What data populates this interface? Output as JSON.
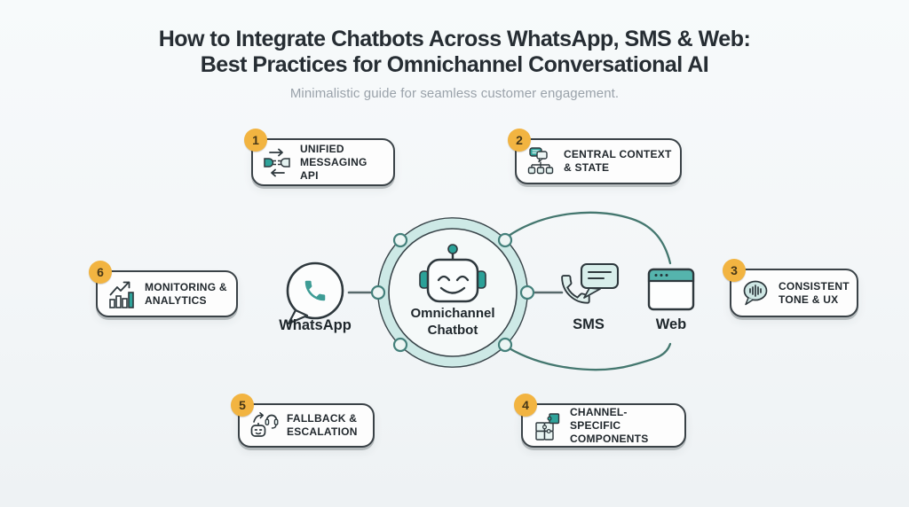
{
  "header": {
    "title_line1": "How to Integrate Chatbots Across WhatsApp, SMS & Web:",
    "title_line2": "Best Practices for Omnichannel Conversational AI",
    "subtitle": "Minimalistic guide for seamless customer engagement."
  },
  "hub": {
    "label_line1": "Omnichannel",
    "label_line2": "Chatbot",
    "icon": "robot-icon"
  },
  "channels": [
    {
      "label": "WhatsApp",
      "icon": "whatsapp-bubble-phone-icon"
    },
    {
      "label": "SMS",
      "icon": "sms-phone-message-icon"
    },
    {
      "label": "Web",
      "icon": "browser-window-icon"
    }
  ],
  "practices": [
    {
      "number": "1",
      "line1": "UNIFIED",
      "line2": "MESSAGING API",
      "icon": "api-connector-icon"
    },
    {
      "number": "2",
      "line1": "CENTRAL CONTEXT",
      "line2": "& STATE",
      "icon": "context-state-icon"
    },
    {
      "number": "3",
      "line1": "CONSISTENT",
      "line2": "TONE & UX",
      "icon": "voice-tone-bubble-icon"
    },
    {
      "number": "4",
      "line1": "CHANNEL-SPECIFIC",
      "line2": "COMPONENTS",
      "icon": "puzzle-pieces-icon"
    },
    {
      "number": "5",
      "line1": "FALLBACK &",
      "line2": "ESCALATION",
      "icon": "bot-to-agent-icon"
    },
    {
      "number": "6",
      "line1": "MONITORING &",
      "line2": "ANALYTICS",
      "icon": "bar-chart-growth-icon"
    }
  ],
  "colors": {
    "background": "#f4f7f8",
    "teal_accent": "#2fa39a",
    "teal_light": "#cde9e6",
    "web_bar_teal": "#55b4ad",
    "badge_amber": "#f2b441",
    "outline_dark": "#343e43",
    "connector_teal": "#44776f",
    "text_dark": "#23292e",
    "text_muted": "#9aa2aa",
    "box_background": "#fdfdfd"
  }
}
